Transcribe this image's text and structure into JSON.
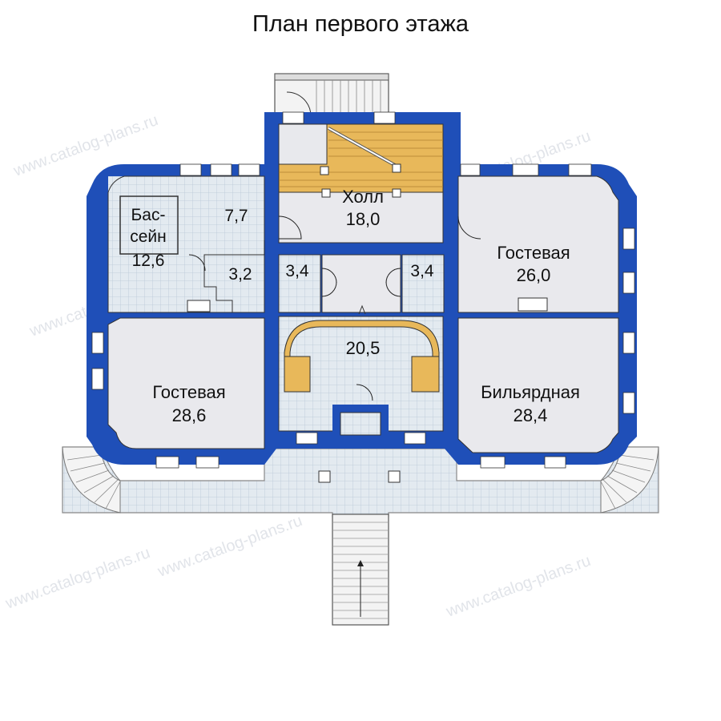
{
  "title": "План первого этажа",
  "colors": {
    "wall": "#1f4fb8",
    "tile": "#dfe7ee",
    "carpet": "#e8e9ed",
    "stair_wood": "#e8b85a",
    "background": "#ffffff"
  },
  "rooms": {
    "hall": {
      "name": "Холл",
      "area": "18,0"
    },
    "pool": {
      "name_line1": "Бас-",
      "name_line2": "сейн",
      "area": "12,6"
    },
    "pool_side": {
      "area": "7,7"
    },
    "bath": {
      "area": "3,2"
    },
    "closet_left": {
      "area": "3,4"
    },
    "closet_right": {
      "area": "3,4"
    },
    "vestibule": {
      "area": "20,5"
    },
    "guest_left": {
      "name": "Гостевая",
      "area": "28,6"
    },
    "guest_right": {
      "name": "Гостевая",
      "area": "26,0"
    },
    "billiard": {
      "name": "Бильярдная",
      "area": "28,4"
    }
  },
  "watermark": "www.catalog-plans.ru"
}
